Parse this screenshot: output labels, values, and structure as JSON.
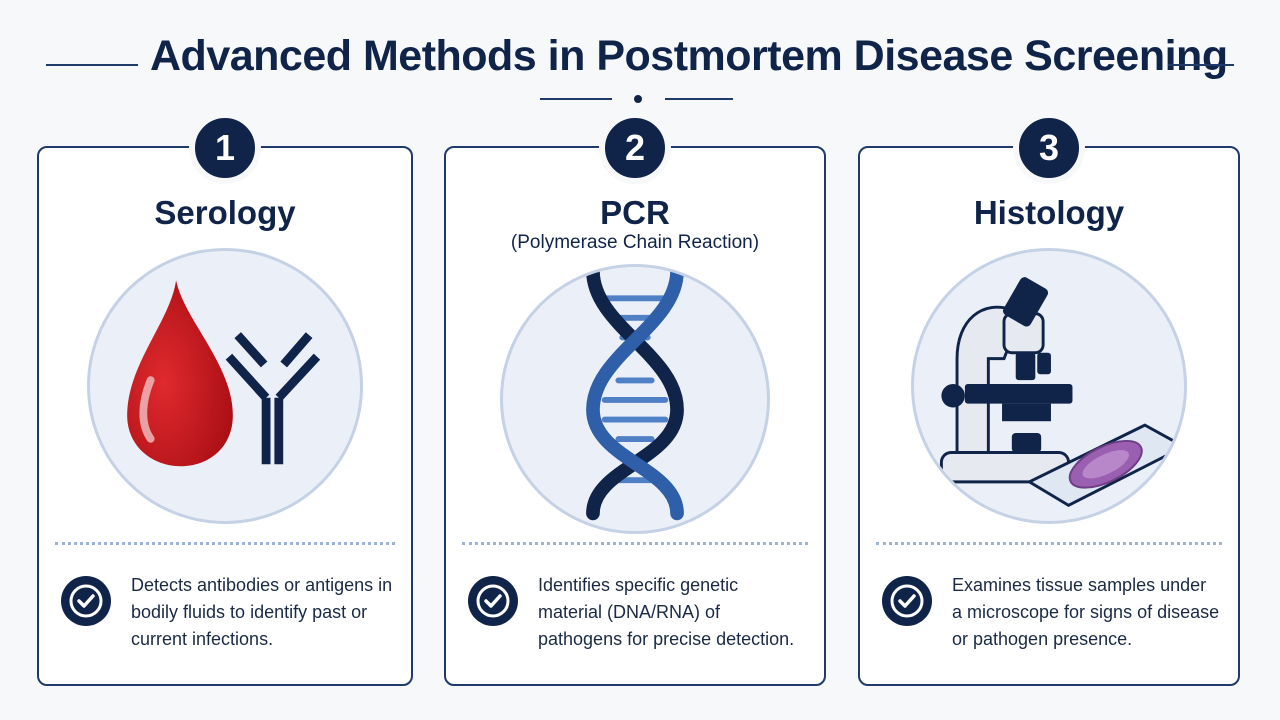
{
  "title": "Advanced Methods in Postmortem Disease Screening",
  "cards": [
    {
      "number": "1",
      "title": "Serology",
      "subtitle": "",
      "icon": "blood-drop-antibody",
      "description": "Detects antibodies or antigens in bodily fluids to identify past or current infections."
    },
    {
      "number": "2",
      "title": "PCR",
      "subtitle": "(Polymerase Chain Reaction)",
      "icon": "dna-helix",
      "description": "Identifies specific genetic material (DNA/RNA) of pathogens for precise detection."
    },
    {
      "number": "3",
      "title": "Histology",
      "subtitle": "",
      "icon": "microscope-slide",
      "description": "Examines tissue samples under a microscope for signs of disease or pathogen presence."
    }
  ],
  "colors": {
    "navy": "#10244a",
    "blood_red": "#c8141c",
    "dna_blue": "#2f5fa8",
    "circle_fill": "#ebf0f8",
    "tissue_purple": "#9a5fb0"
  }
}
